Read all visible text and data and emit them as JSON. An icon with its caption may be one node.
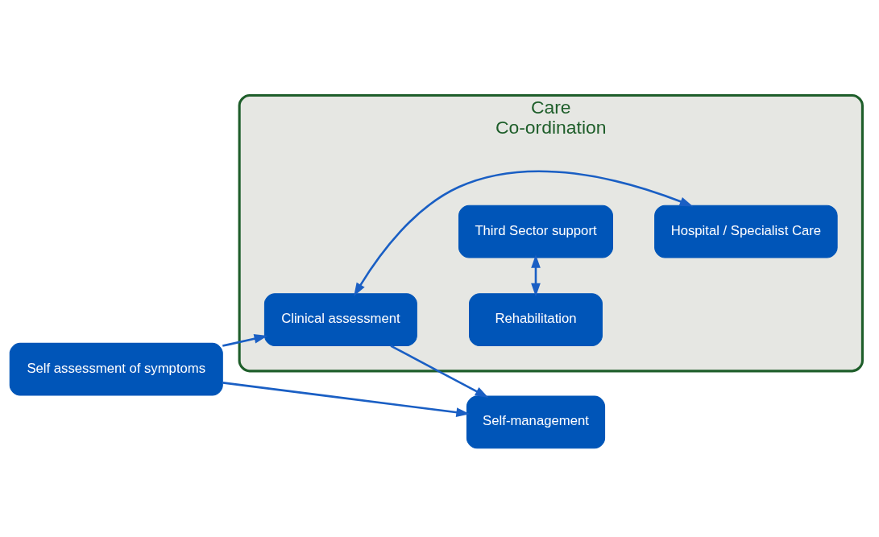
{
  "diagram": {
    "nodes": [
      {
        "text": [
          "Care",
          "Co-ordination"
        ]
      },
      {
        "text": [
          "Rehabilitation"
        ],
        "in": 0
      },
      {
        "text": [
          "Self assessment of symptoms"
        ]
      },
      {
        "text": [
          "Clinical assessment"
        ],
        "in": 0
      },
      {
        "text": [
          "Hospital / Specialist Care"
        ],
        "in": 0
      },
      {
        "text": [
          "Third Sector support"
        ],
        "in": 0
      },
      {
        "text": [
          "Self-management"
        ]
      }
    ],
    "edges": [
      {
        "from": 2,
        "to": 3,
        "arrow": "to"
      },
      {
        "from": 2,
        "to": 6,
        "arrow": "to"
      },
      {
        "from": 3,
        "to": 6,
        "arrow": "to"
      },
      {
        "from": 3,
        "to": 4,
        "arrow": "both"
      },
      {
        "from": 1,
        "to": 5,
        "arrow": "both"
      }
    ]
  }
}
